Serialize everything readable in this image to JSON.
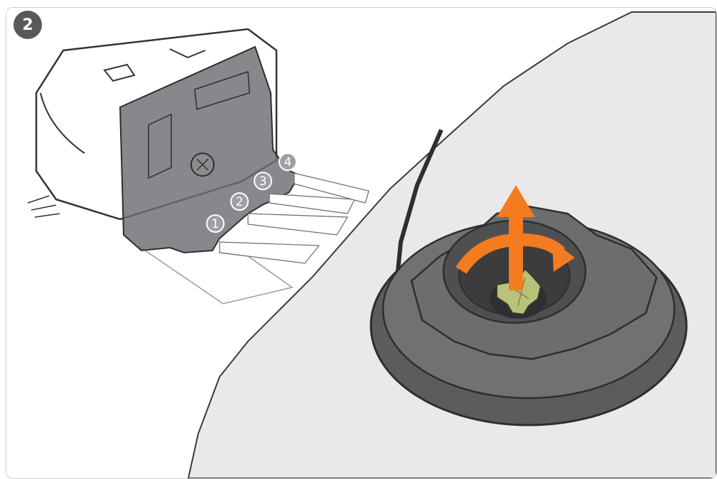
{
  "step": {
    "number": "2"
  },
  "callouts": [
    "1",
    "2",
    "3",
    "4"
  ],
  "illustration": {
    "colors": {
      "panel_fill": "#e9e9e9",
      "flap_fill": "#6d6e71",
      "valve_body": "#5b5c5e",
      "valve_dark": "#3c3c3e",
      "valve_pin": "#b8c27a",
      "arrow_accent": "#f47b20",
      "callout_fill": "#9d9fa2"
    },
    "icons": [
      "up-arrow-icon",
      "rotate-arrow-icon"
    ]
  }
}
